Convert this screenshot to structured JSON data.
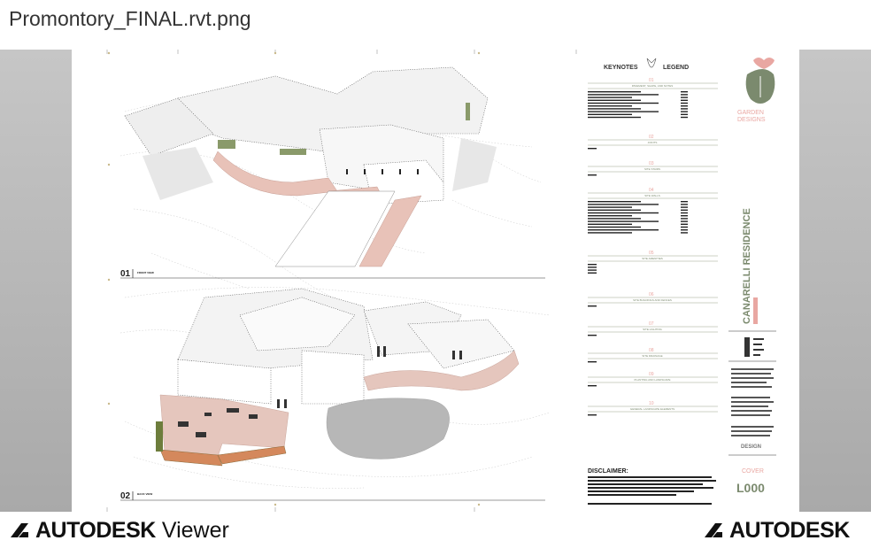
{
  "file": {
    "title": "Promontory_FINAL.rvt.png"
  },
  "sheet": {
    "view1_number": "01",
    "view1_name": "FRONT VIEW",
    "view2_number": "02",
    "view2_name": "BACK VIEW",
    "legend_left": "KEYNOTES",
    "legend_right": "LEGEND",
    "legend_sections": [
      {
        "num": "01",
        "title": "PAVEMENT, SHAPE, AND NOTES"
      },
      {
        "num": "02",
        "title": "JOINTS"
      },
      {
        "num": "03",
        "title": "SITE STAIRS"
      },
      {
        "num": "04",
        "title": "SITE WALLS"
      },
      {
        "num": "05",
        "title": "SITE AMENITIES"
      },
      {
        "num": "06",
        "title": "SITE BUILDINGS AND FENCES"
      },
      {
        "num": "07",
        "title": "SITE LIGHTING"
      },
      {
        "num": "08",
        "title": "SITE DRAINAGE"
      },
      {
        "num": "09",
        "title": "PLANTING AND LANDSCAPE"
      },
      {
        "num": "10",
        "title": "GENERAL LANDSCAPE ELEMENTS"
      }
    ],
    "disclaimer_title": "DISCLAIMER:",
    "company_line1": "GARDEN",
    "company_line2": "DESIGNS",
    "project_name": "CANARELLI RESIDENCE",
    "design_label": "DESIGN",
    "sheet_title": "COVER",
    "sheet_number": "L000"
  },
  "footer": {
    "left_brand": "AUTODESK",
    "left_product": "Viewer",
    "right_brand": "AUTODESK"
  },
  "colors": {
    "accent_pink": "#e9a7a2",
    "accent_green": "#7b8a6e",
    "gray_background": "#b5b5b5"
  }
}
